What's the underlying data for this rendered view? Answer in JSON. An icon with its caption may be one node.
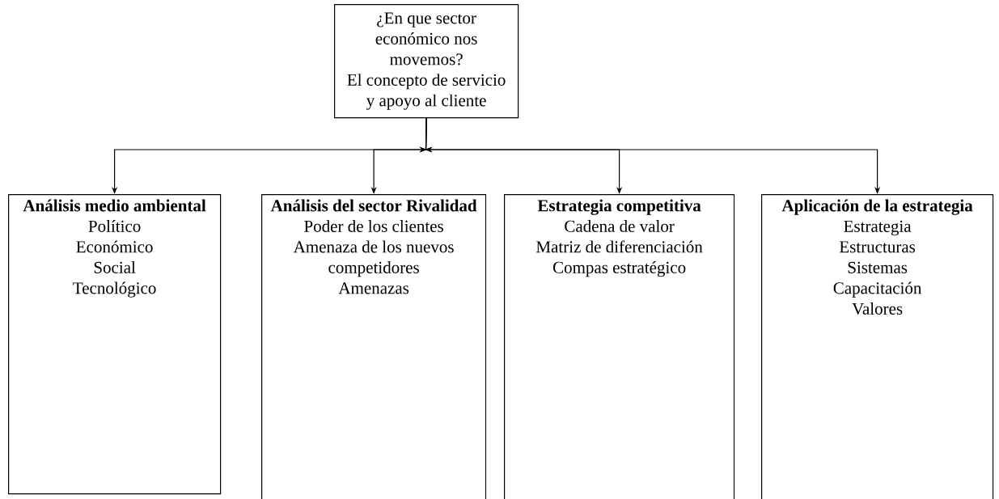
{
  "diagram": {
    "nodes": [
      {
        "text": [
          "¿En que sector económico nos movemos?",
          "El concepto de servicio y apoyo al cliente"
        ]
      },
      {
        "text": [
          "Análisis medio ambiental",
          "Político",
          "Económico",
          "Social",
          "Tecnológico"
        ]
      },
      {
        "text": [
          "Análisis del sector Rivalidad",
          "Poder de los clientes",
          "Amenaza de los nuevos competidores",
          "Amenazas"
        ]
      },
      {
        "text": [
          "Estrategia competitiva",
          "Cadena de valor",
          "Matriz de diferenciación",
          "Compas estratégico"
        ]
      },
      {
        "text": [
          "Aplicación de la estrategia",
          "Estrategia",
          "Estructuras",
          "Sistemas",
          "Capacitación",
          "Valores"
        ]
      }
    ],
    "edges": [
      {
        "from": 0,
        "to": 1,
        "arrow": "to"
      },
      {
        "from": 0,
        "to": 2,
        "arrow": "to"
      },
      {
        "from": 0,
        "to": 3,
        "arrow": "to"
      },
      {
        "from": 0,
        "to": 4,
        "arrow": "to"
      }
    ]
  }
}
